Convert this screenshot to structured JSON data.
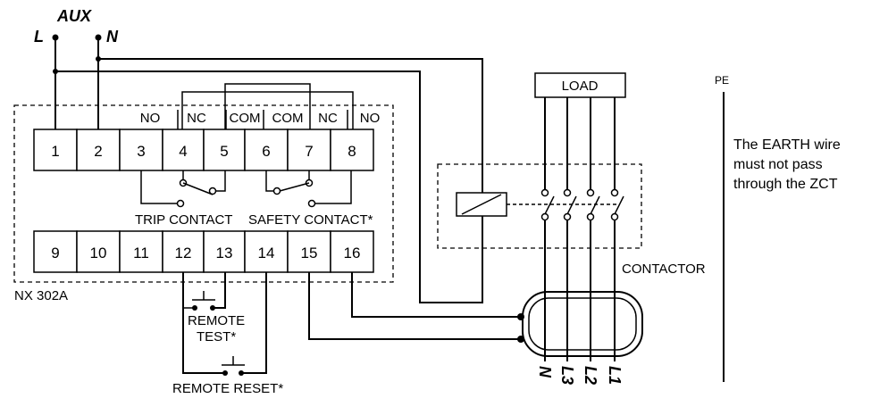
{
  "supply": {
    "aux_label": "AUX",
    "l_label": "L",
    "n_label": "N"
  },
  "relay": {
    "model": "NX 302A",
    "top_terminals": [
      "1",
      "2",
      "3",
      "4",
      "5",
      "6",
      "7",
      "8"
    ],
    "bottom_terminals": [
      "9",
      "10",
      "11",
      "12",
      "13",
      "14",
      "15",
      "16"
    ],
    "top_contact_labels": [
      "NO",
      "NC",
      "COM",
      "COM",
      "NC",
      "NO"
    ],
    "trip_contact_label": "TRIP CONTACT",
    "safety_contact_label": "SAFETY CONTACT*"
  },
  "remote": {
    "test_label_line1": "REMOTE",
    "test_label_line2": "TEST*",
    "reset_label": "REMOTE RESET*"
  },
  "contactor": {
    "label": "CONTACTOR",
    "load_label": "LOAD"
  },
  "lines": {
    "bottom_labels": [
      "N",
      "L3",
      "L2",
      "L1"
    ]
  },
  "earth": {
    "pe_label": "PE",
    "note_line1": "The EARTH wire",
    "note_line2": "must not pass",
    "note_line3": "through the ZCT"
  }
}
